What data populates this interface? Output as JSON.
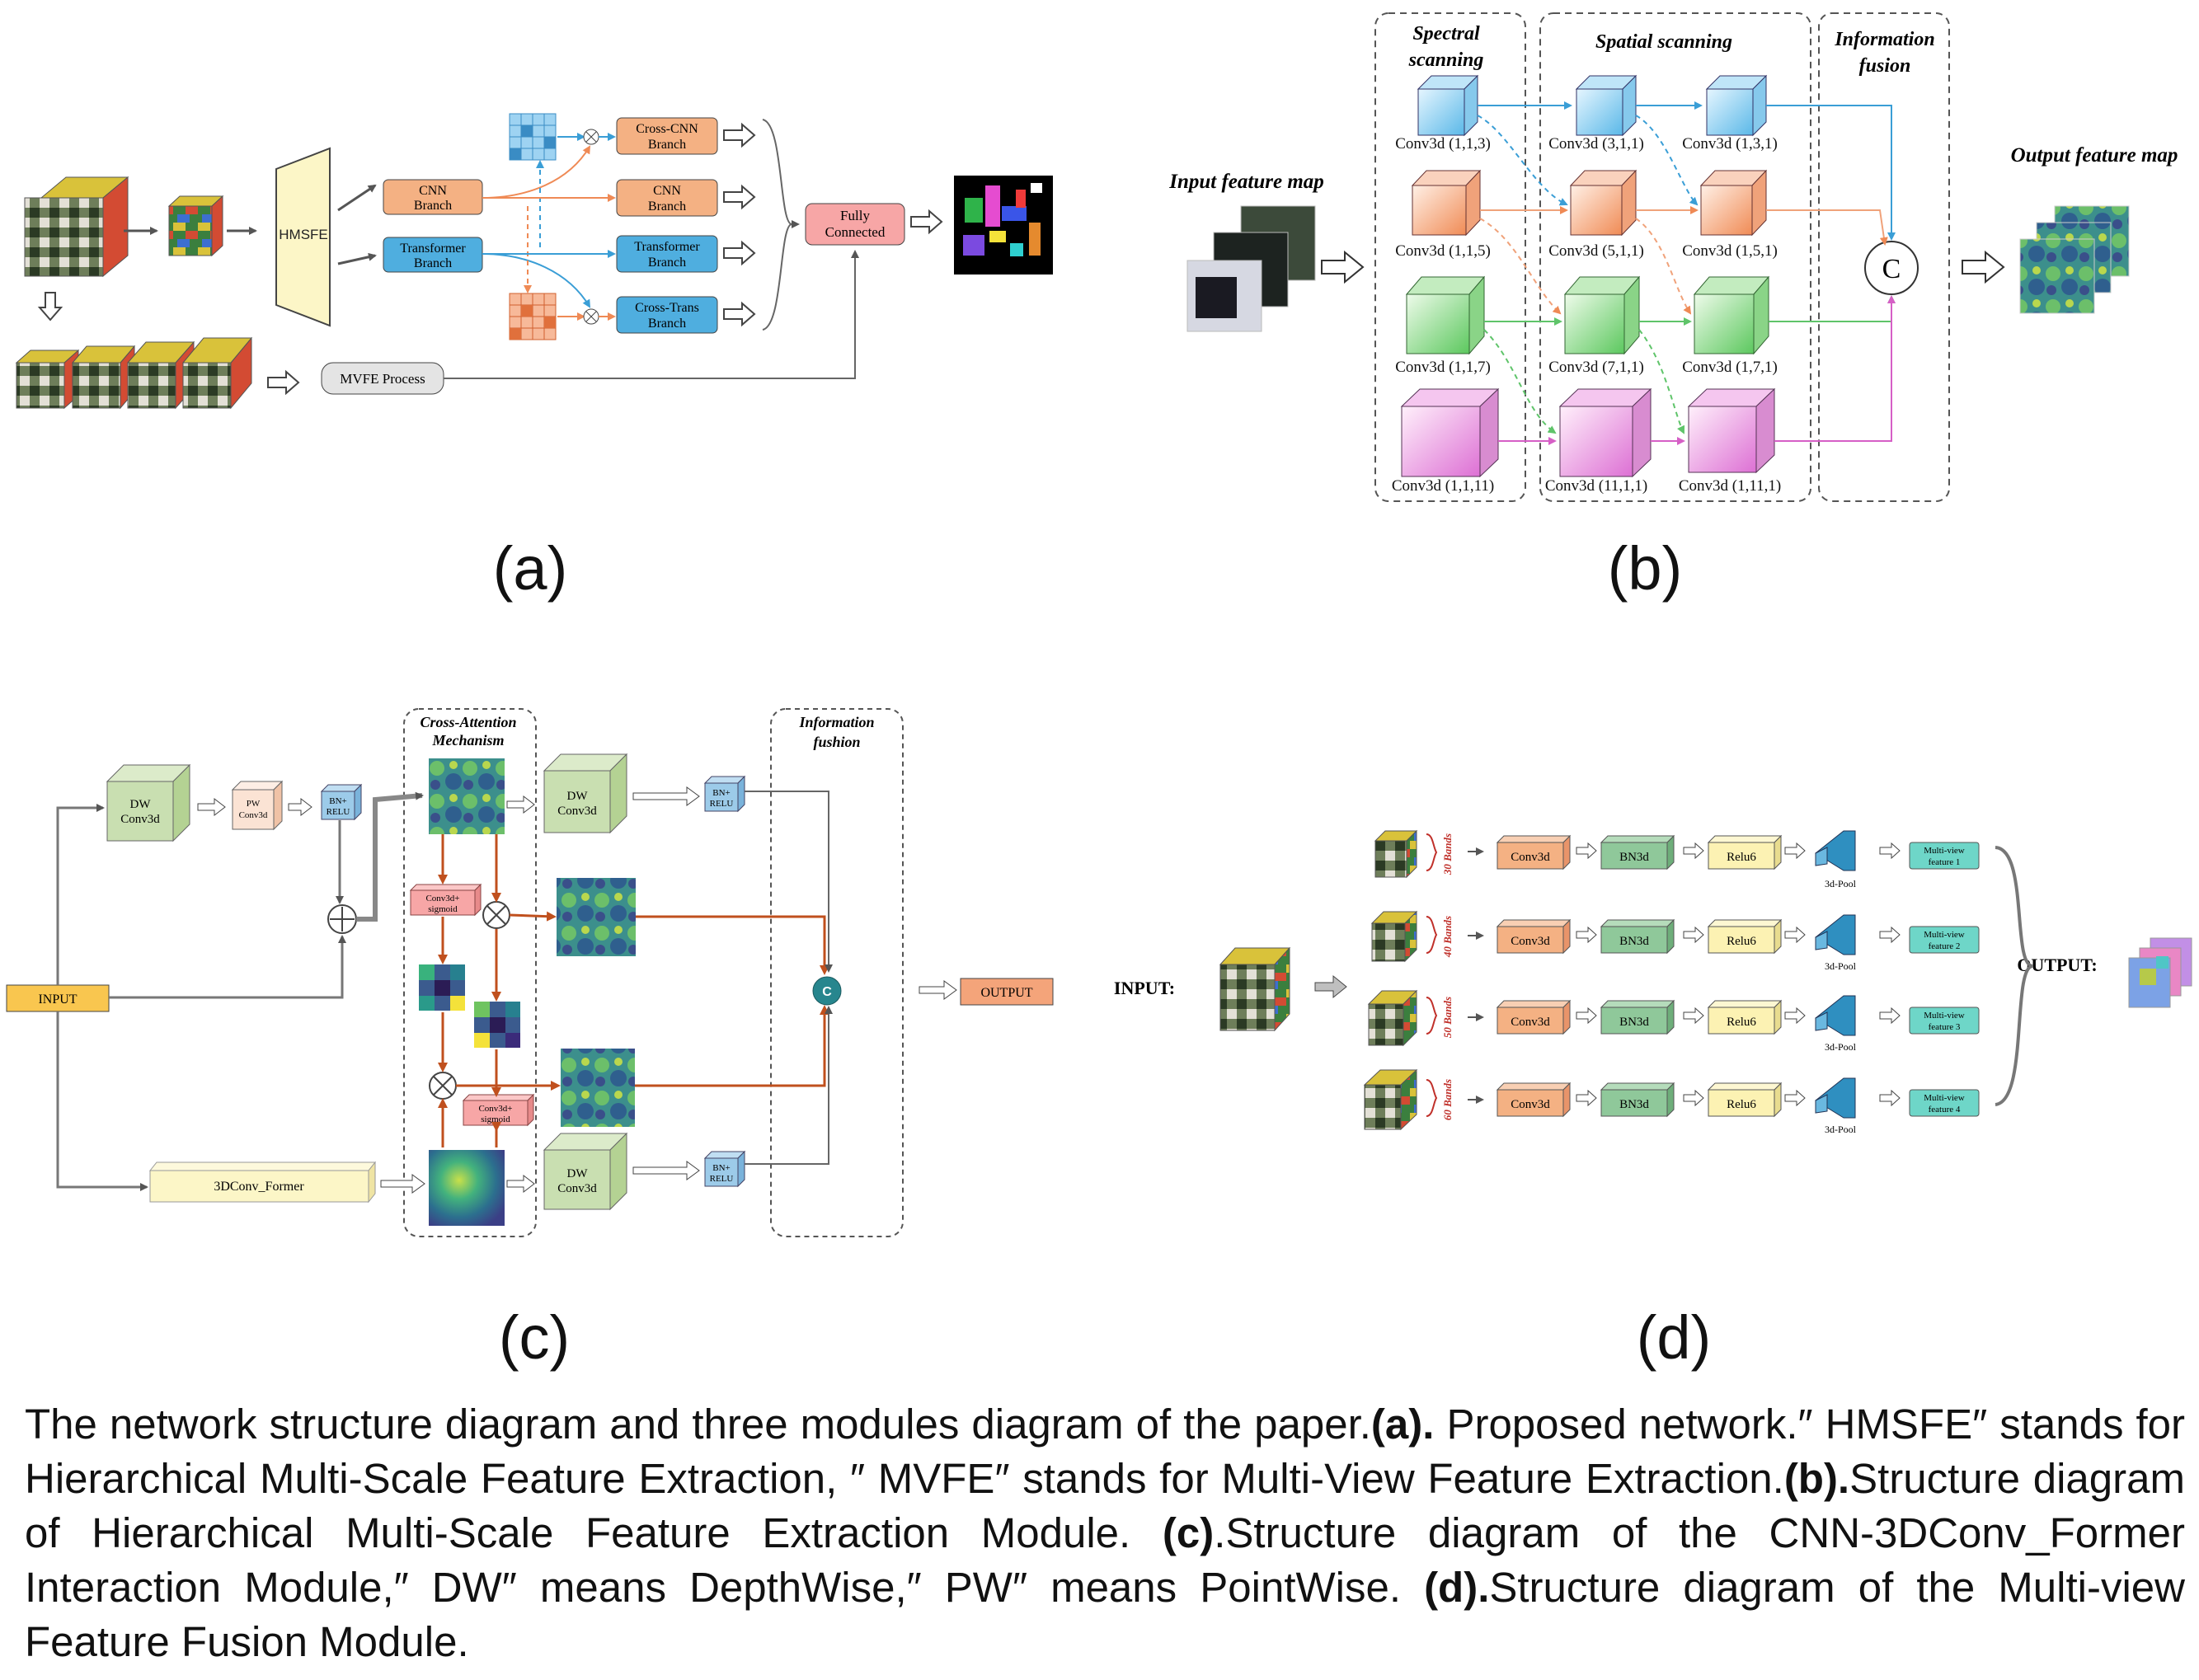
{
  "panels": {
    "a": {
      "label": "(a)",
      "hmsfe": "HMSFE",
      "cnn_branch": [
        "CNN",
        "Branch"
      ],
      "transformer_branch": [
        "Transformer",
        "Branch"
      ],
      "cross_cnn_branch": [
        "Cross-CNN",
        "Branch"
      ],
      "cnn_branch_2": [
        "CNN",
        "Branch"
      ],
      "transformer_branch_2": [
        "Transformer",
        "Branch"
      ],
      "cross_trans_branch": [
        "Cross-Trans",
        "Branch"
      ],
      "fully_connected": [
        "Fully",
        "Connected"
      ],
      "mvfe_process": "MVFE Process"
    },
    "b": {
      "label": "(b)",
      "spectral_scanning": [
        "Spectral",
        "scanning"
      ],
      "spatial_scanning": "Spatial scanning",
      "information_fusion": [
        "Information",
        "fusion"
      ],
      "input_feature_map": "Input feature map",
      "output_feature_map": "Output feature map",
      "concat": "C",
      "conv_labels": [
        [
          "Conv3d (1,1,3)",
          "Conv3d (3,1,1)",
          "Conv3d (1,3,1)"
        ],
        [
          "Conv3d (1,1,5)",
          "Conv3d (5,1,1)",
          "Conv3d (1,5,1)"
        ],
        [
          "Conv3d (1,1,7)",
          "Conv3d (7,1,1)",
          "Conv3d (1,7,1)"
        ],
        [
          "Conv3d (1,1,11)",
          "Conv3d (11,1,1)",
          "Conv3d (1,11,1)"
        ]
      ]
    },
    "c": {
      "label": "(c)",
      "cross_attention": [
        "Cross-Attention",
        "Mechanism"
      ],
      "information_fushion": [
        "Information",
        "fushion"
      ],
      "dw_conv3d": [
        "DW",
        "Conv3d"
      ],
      "pw_conv3d": [
        "PW",
        "Conv3d"
      ],
      "bn_relu": [
        "BN+",
        "RELU"
      ],
      "conv3d_sigmoid": [
        "Conv3d+",
        "sigmoid"
      ],
      "input": "INPUT",
      "output": "OUTPUT",
      "former": "3DConv_Former",
      "concat": "C"
    },
    "d": {
      "label": "(d)",
      "input": "INPUT:",
      "output": "OUTPUT:",
      "bands": [
        "30 Bands",
        "40 Bands",
        "50 Bands",
        "60 Bands"
      ],
      "conv3d": "Conv3d",
      "bn3d": "BN3d",
      "relu6": "Relu6",
      "pool": "3d-Pool",
      "features": [
        [
          "Multi-view",
          "feature 1"
        ],
        [
          "Multi-view",
          "feature 2"
        ],
        [
          "Multi-view",
          "feature 3"
        ],
        [
          "Multi-view",
          "feature 4"
        ]
      ]
    }
  },
  "caption": {
    "p1": "The network structure diagram and three modules diagram of the paper.",
    "a_label": "(a).",
    "p2": " Proposed network.″ HMSFE″ stands for Hierarchical Multi-Scale Feature Extraction, ″ MVFE″ stands for Multi-View Feature Extraction.",
    "b_label": "(b).",
    "p3": "Structure diagram of Hierarchical Multi-Scale Feature Extraction Module. ",
    "c_label": "(c)",
    "p4": ".Structure diagram of the CNN-3DConv_Former Interaction Module,″ DW″ means DepthWise,″ PW″ means PointWise. ",
    "d_label": "(d).",
    "p5": "Structure diagram of the Multi-view Feature Fusion Module."
  },
  "colors": {
    "orange_box": "#f4b183",
    "blue_box": "#4faedf",
    "pink_box": "#f7a6a6",
    "green_box": "#c9dfb1",
    "yellow_box": "#fcf6c7",
    "arrow_orange": "#c0501e"
  }
}
